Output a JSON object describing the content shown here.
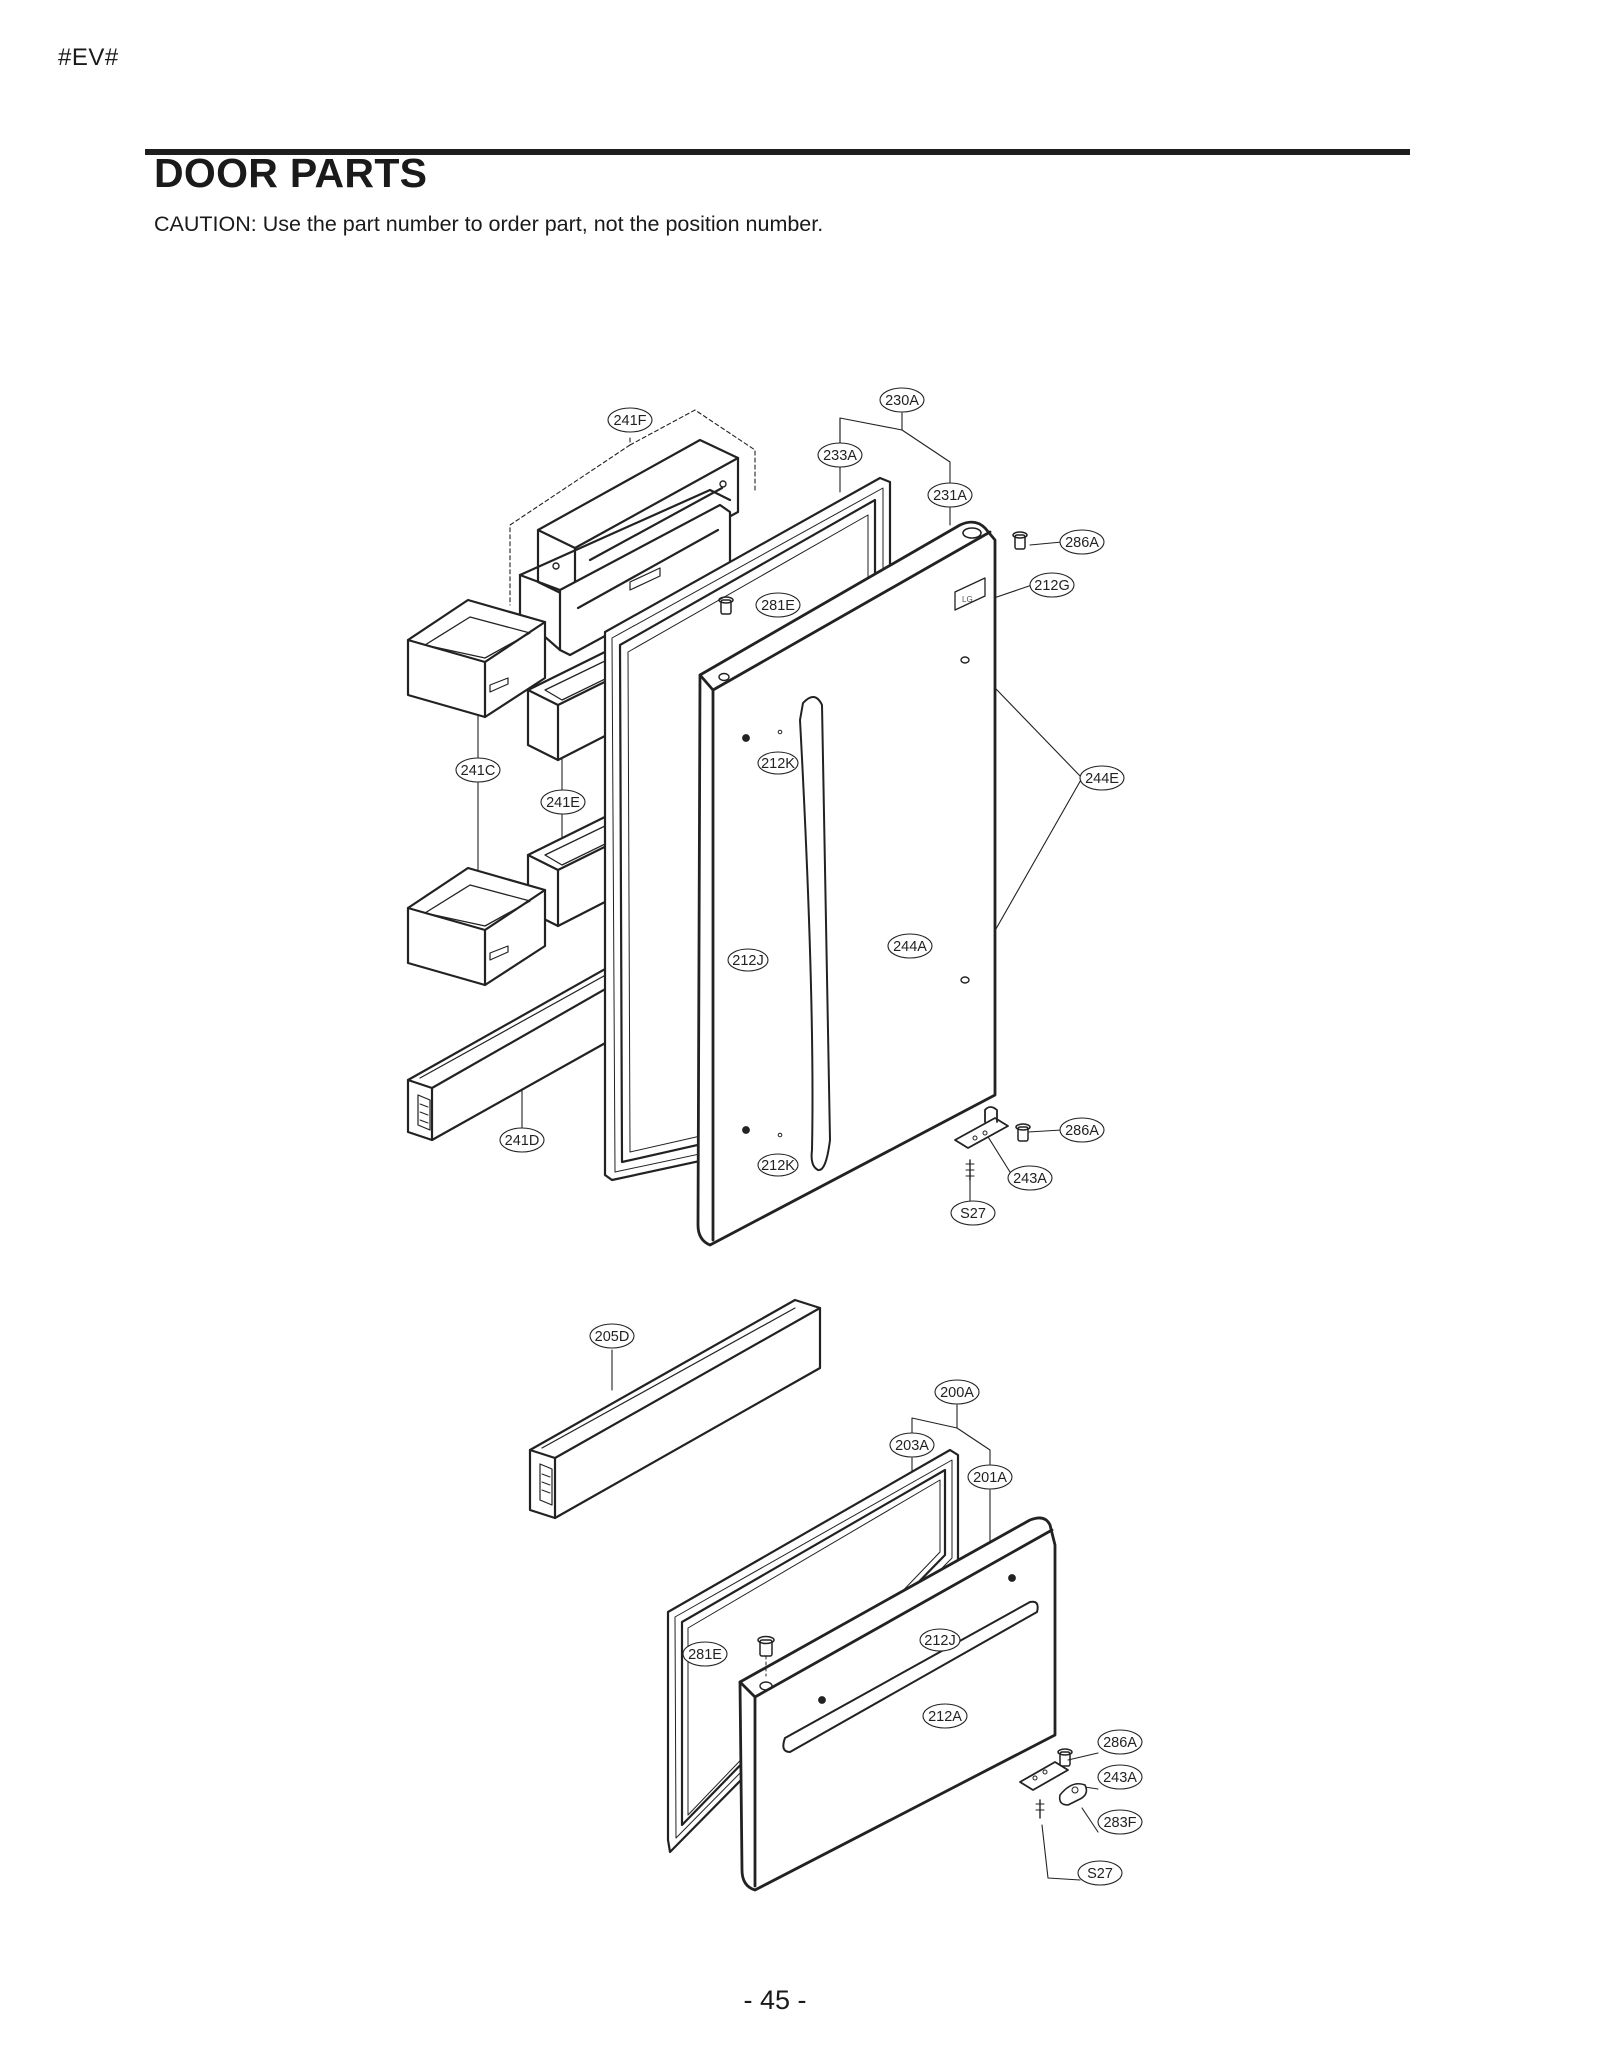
{
  "header": {
    "code": "#EV#"
  },
  "title": "DOOR PARTS",
  "caution": "CAUTION: Use the part number to order part, not the position number.",
  "page_number": "- 45 -",
  "callouts": {
    "c241F": "241F",
    "c230A": "230A",
    "c233A": "233A",
    "c231A": "231A",
    "c286A_top": "286A",
    "c212G": "212G",
    "c281E_top": "281E",
    "c212K_top": "212K",
    "c244E": "244E",
    "c241C": "241C",
    "c241E": "241E",
    "c244A": "244A",
    "c212J_top": "212J",
    "c286A_mid": "286A",
    "c243A_mid": "243A",
    "c241D": "241D",
    "c212K_bot": "212K",
    "cS27_mid": "S27",
    "c205D": "205D",
    "c200A": "200A",
    "c203A": "203A",
    "c201A": "201A",
    "c212J_bot": "212J",
    "c281E_bot": "281E",
    "c212A": "212A",
    "c286A_bot": "286A",
    "c243A_bot": "243A",
    "c283F": "283F",
    "cS27_bot": "S27"
  }
}
